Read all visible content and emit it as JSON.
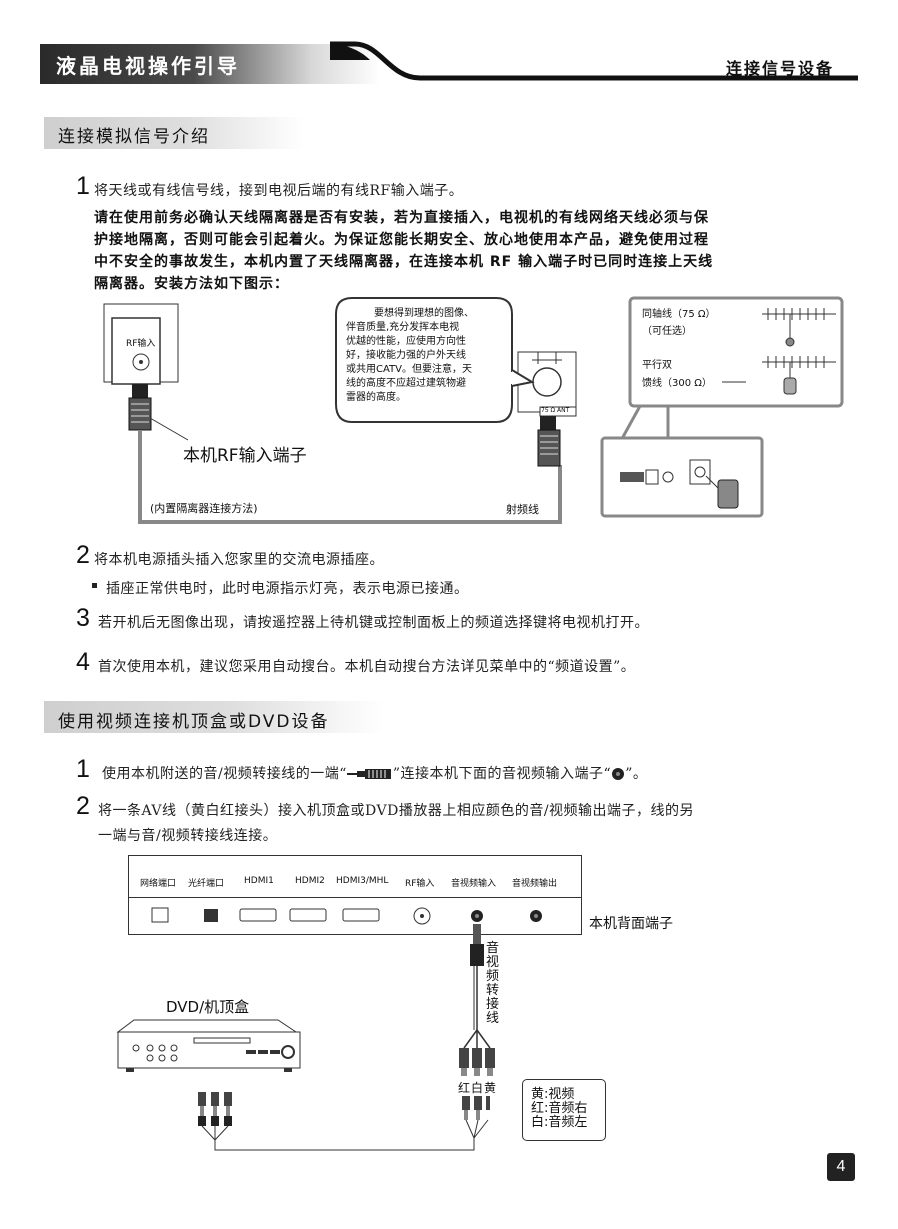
{
  "header": {
    "title": "液晶电视操作引导",
    "right": "连接信号设备"
  },
  "section1": {
    "title": "连接模拟信号介绍",
    "step1": {
      "num": "1",
      "text": "将天线或有线信号线，接到电视后端的有线RF输入端子。"
    },
    "paragraph": [
      "请在使用前务必确认天线隔离器是否有安装，若为直接插入，电视机的有线网络天线必须与保",
      "护接地隔离，否则可能会引起着火。为保证您能长期安全、放心地使用本产品，避免使用过程",
      "中不安全的事故发生，本机内置了天线隔离器，在连接本机 RF 输入端子时已同时连接上天线",
      "隔离器。安装方法如下图示："
    ],
    "diagram": {
      "rf_label": "RF输入",
      "terminal_label": "本机RF输入端子",
      "method_label": "(内置隔离器连接方法)",
      "cable_label": "射频线",
      "ant_label": "75 Ω ANT",
      "bubble": [
        "要想得到理想的图像、",
        "伴音质量,充分发挥本电视",
        "优越的性能，应使用方向性",
        "好，接收能力强的户外天线",
        "或共用CATV。但要注意，天",
        "线的高度不应超过建筑物避",
        "雷器的高度。"
      ],
      "coax": "同轴线（75 Ω）",
      "optional": "（可任选）",
      "parallel": "平行双",
      "feeder": "馈线（300 Ω）"
    },
    "step2": {
      "num": "2",
      "text": "将本机电源插头插入您家里的交流电源插座。"
    },
    "bullet": "插座正常供电时，此时电源指示灯亮，表示电源已接通。",
    "step3": {
      "num": "3",
      "text": "若开机后无图像出现，请按遥控器上待机键或控制面板上的频道选择键将电视机打开。"
    },
    "step4": {
      "num": "4",
      "text": "首次使用本机，建议您采用自动搜台。本机自动搜台方法详见菜单中的“频道设置”。"
    }
  },
  "section2": {
    "title": "使用视频连接机顶盒或DVD设备",
    "step1": {
      "num": "1",
      "text_a": "使用本机附送的音/视频转接线的一端“",
      "text_b": "”连接本机下面的音视频输入端子“",
      "text_c": "”。"
    },
    "step2": {
      "num": "2",
      "line1": "将一条AV线（黄白红接头）接入机顶盒或DVD播放器上相应颜色的音/视频输出端子，线的另",
      "line2": "一端与音/视频转接线连接。"
    },
    "ports": [
      "网络端口",
      "光纤端口",
      "HDMI1",
      "HDMI2",
      "HDMI3/MHL",
      "RF输入",
      "音视频输入",
      "音视频输出"
    ],
    "rear_label": "本机背面端子",
    "cable_vertical": [
      "音",
      "视",
      "频",
      "转",
      "接",
      "线"
    ],
    "dvd_label": "DVD/机顶盒",
    "plug_colors": [
      "红",
      "白",
      "黄"
    ],
    "legend": [
      "黄:视频",
      "红:音频右",
      "白:音频左"
    ]
  },
  "page_number": "4"
}
